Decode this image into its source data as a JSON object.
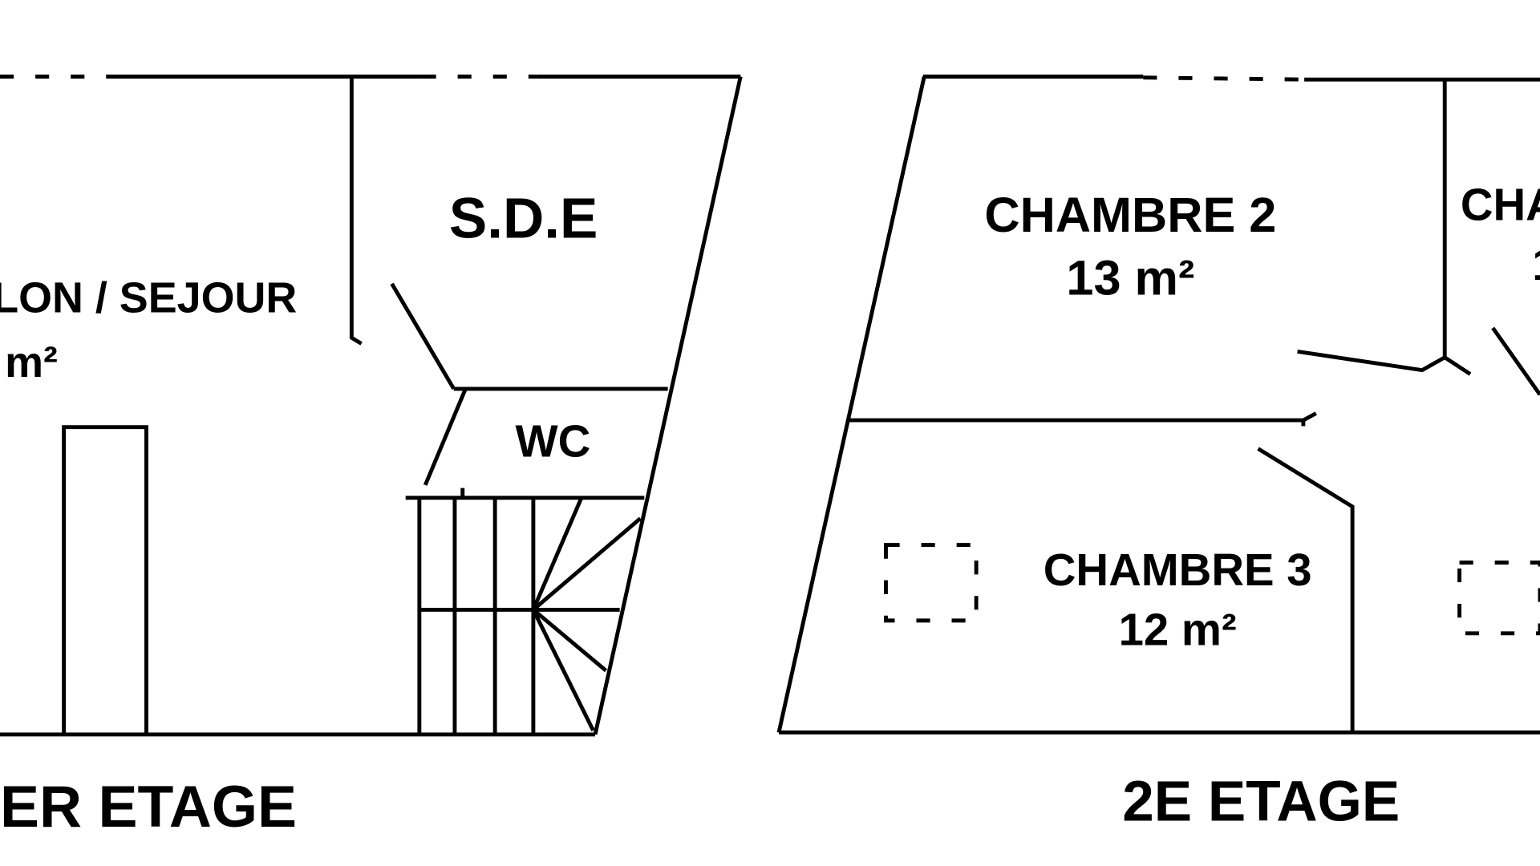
{
  "floors": [
    {
      "label": "ER ETAGE",
      "rooms": [
        {
          "name": "LON / SEJOUR",
          "area": "m²"
        },
        {
          "name": "S.D.E"
        },
        {
          "name": "WC"
        }
      ]
    },
    {
      "label": "2E ETAGE",
      "rooms": [
        {
          "name": "CHAMBRE 2",
          "area": "13 m²"
        },
        {
          "name": "CHA",
          "area": "1"
        },
        {
          "name": "CHAMBRE 3",
          "area": "12 m²"
        }
      ]
    }
  ],
  "colors": {
    "line": "#000000",
    "background": "#ffffff"
  }
}
